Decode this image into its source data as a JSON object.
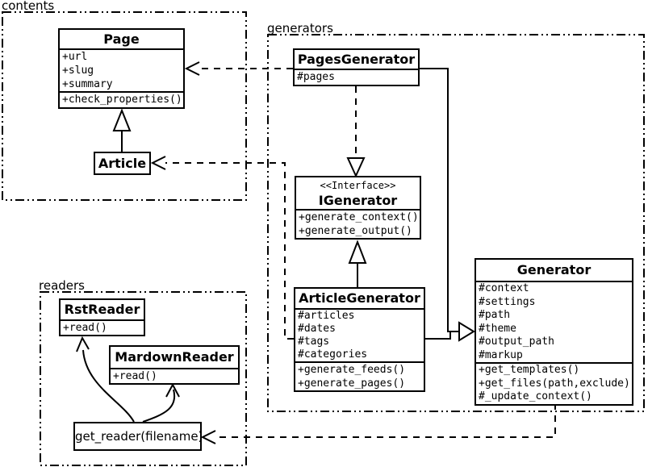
{
  "colors": {
    "background": "#ffffff",
    "stroke": "#000000"
  },
  "packages": {
    "contents": {
      "label": "contents"
    },
    "generators": {
      "label": "generators"
    },
    "readers": {
      "label": "readers"
    }
  },
  "classes": {
    "page": {
      "title": "Page",
      "attributes": [
        "+url",
        "+slug",
        "+summary"
      ],
      "methods": [
        "+check_properties()"
      ]
    },
    "article": {
      "title": "Article"
    },
    "pages_generator": {
      "title": "PagesGenerator",
      "attributes": [
        "#pages"
      ]
    },
    "igenerator": {
      "stereotype": "<<Interface>>",
      "title": "IGenerator",
      "methods": [
        "+generate_context()",
        "+generate_output()"
      ]
    },
    "article_generator": {
      "title": "ArticleGenerator",
      "attributes": [
        "#articles",
        "#dates",
        "#tags",
        "#categories"
      ],
      "methods": [
        "+generate_feeds()",
        "+generate_pages()"
      ]
    },
    "generator": {
      "title": "Generator",
      "attributes": [
        "#context",
        "#settings",
        "#path",
        "#theme",
        "#output_path",
        "#markup"
      ],
      "methods": [
        "+get_templates()",
        "+get_files(path,exclude)",
        "#_update_context()"
      ]
    },
    "rst_reader": {
      "title": "RstReader",
      "methods": [
        "+read()"
      ]
    },
    "mardown_reader": {
      "title": "MardownReader",
      "methods": [
        "+read()"
      ]
    },
    "get_reader": {
      "label": "get_reader(filename)"
    }
  }
}
